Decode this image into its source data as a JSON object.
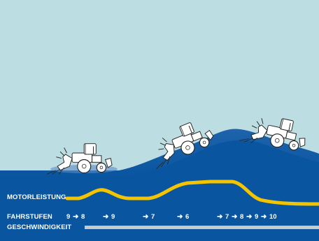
{
  "labels": {
    "engine_power": "MOTORLEISTUNG",
    "gear_stages": "FAHRSTUFEN",
    "speed": "GESCHWINDIGKEIT"
  },
  "gears": {
    "g1": "9",
    "g2": "8",
    "g3": "9",
    "g4": "7",
    "g5": "6",
    "g6": "7",
    "g7": "8",
    "g8": "9",
    "g9": "10"
  },
  "colors": {
    "sky": "#bcdde1",
    "ground": "#0a55a0",
    "ground_light": "#3f7fc2",
    "power_line": "#f4c400",
    "speed_bar": "#c7c9cb",
    "text": "#ffffff"
  },
  "icons": {
    "arrow": "right-arrow-icon",
    "vehicle": "tractor-icon"
  }
}
